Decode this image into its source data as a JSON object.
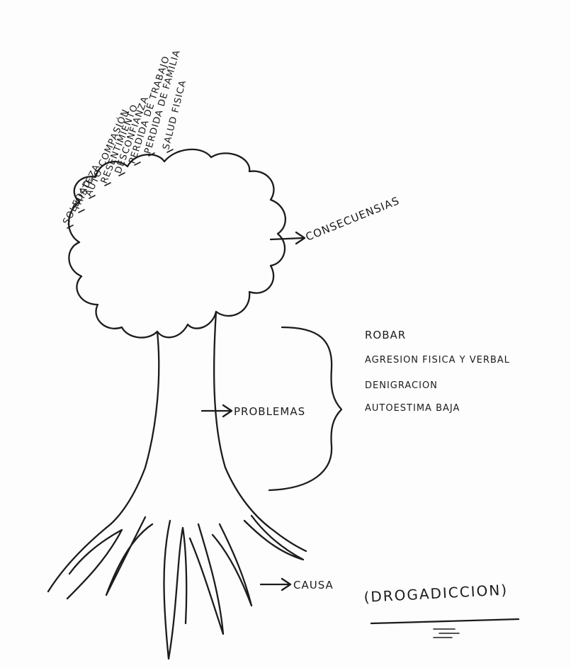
{
  "branch_labels": [
    "SOLEDAD",
    "TRISTEZA",
    "AUTO COMPASIÓN",
    "RESENTIMIENTO",
    "DESCONFIANZA",
    "PERDIDA DE TRABAJO",
    "PERDIDA DE FAMILIA",
    "SALUD FISICA"
  ],
  "crown_label": "CONSECUENSIAS",
  "trunk_label": "PROBLEMAS",
  "problems_list": [
    "ROBAR",
    "AGRESION FISICA Y VERBAL",
    "DENIGRACION",
    "AUTOESTIMA BAJA"
  ],
  "roots_label": "CAUSA",
  "cause_name": "(DROGADICCION)"
}
